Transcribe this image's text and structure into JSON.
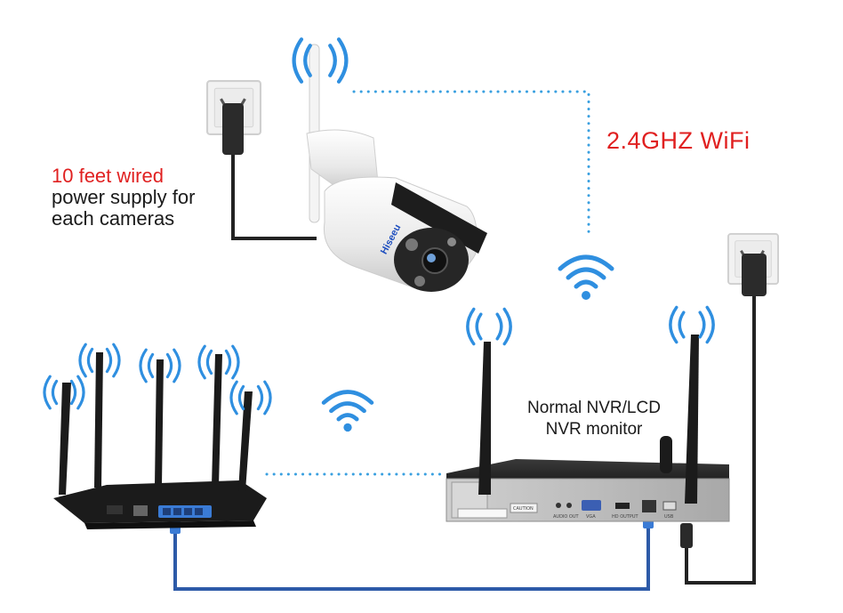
{
  "labels": {
    "power_line1": "10 feet wired",
    "power_line2": "power supply for",
    "power_line3": "each cameras",
    "wifi": "2.4GHZ WiFi",
    "nvr_line1": "Normal NVR/LCD",
    "nvr_line2": "NVR monitor"
  },
  "camera": {
    "brand": "Hiseeu"
  },
  "nvr": {
    "sticker": "CAUTION",
    "ports": [
      "AUDIO OUT",
      "VGA",
      "HD OUTPUT",
      "USB"
    ]
  },
  "colors": {
    "accent_red": "#e02020",
    "wifi_blue": "#2f8fe0",
    "cable_blue": "#2d5aa8",
    "dotted": "#3aa0e0",
    "device_dark": "#1b1b1b"
  },
  "icons": [
    "wifi-signal-icon",
    "radio-waves-icon",
    "power-outlet-icon",
    "ethernet-plug-icon"
  ]
}
